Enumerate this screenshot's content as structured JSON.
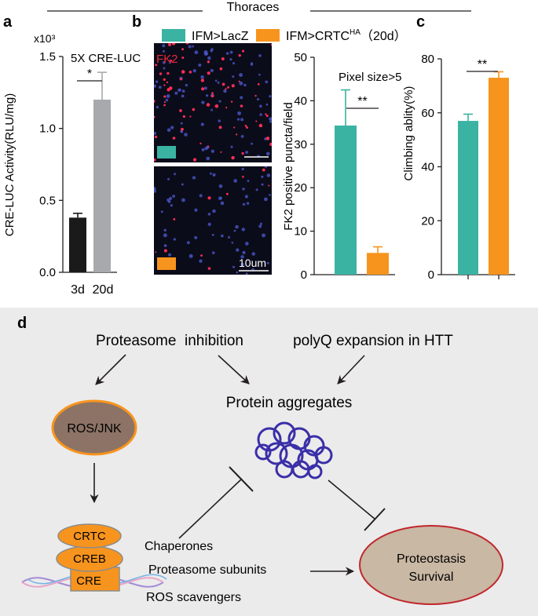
{
  "header": {
    "title": "Thoraces"
  },
  "panel_labels": {
    "a": "a",
    "b": "b",
    "c": "c",
    "d": "d"
  },
  "legend": [
    {
      "label": "IFM>LacZ",
      "color": "#3bb3a3"
    },
    {
      "label": "IFM>CRTC",
      "superscript": "HA",
      "suffix": "（20d）",
      "color": "#f7941d"
    }
  ],
  "micrograph": {
    "stain_label": "FK2",
    "scale_label": "10um"
  },
  "colors": {
    "lacz": "#3bb3a3",
    "crtc": "#f7941d",
    "black_bar": "#1a1a1a",
    "gray_bar": "#a7a9ac",
    "ros_jnk": "#8c7366",
    "proteostasis": "#c9b8a3",
    "aggregate": "#3a2fa8",
    "panel_d_bg": "#ebebeb"
  },
  "chart_data": [
    {
      "id": "a",
      "type": "bar",
      "title": "5X CRE-LUC",
      "multiplier_label": "x10³",
      "ylabel": "CRE-LUC Activity(RLU/mg)",
      "xlabel": "",
      "categories": [
        "3d",
        "20d"
      ],
      "values": [
        0.38,
        1.2
      ],
      "errors": [
        0.03,
        0.19
      ],
      "ylim": [
        0,
        1.5
      ],
      "yticks": [
        "0.0",
        "0.5",
        "1.0",
        "1.5"
      ],
      "significance": "*"
    },
    {
      "id": "b",
      "type": "bar",
      "annotation": "Pixel size>5",
      "ylabel": "FK2 positive puncta/field",
      "categories": [
        "IFM>LacZ",
        "IFM>CRTC"
      ],
      "values": [
        34.3,
        5.0
      ],
      "errors": [
        8.2,
        1.4
      ],
      "ylim": [
        0,
        50
      ],
      "yticks": [
        "0",
        "10",
        "20",
        "30",
        "40",
        "50"
      ],
      "significance": "**"
    },
    {
      "id": "c",
      "type": "bar",
      "ylabel": "Climbing ablity(%)",
      "categories": [
        "IFM>LacZ",
        "IFM>CRTC"
      ],
      "values": [
        57,
        73
      ],
      "errors": [
        2.5,
        2.2
      ],
      "ylim": [
        0,
        80
      ],
      "yticks": [
        "0",
        "20",
        "40",
        "60",
        "80"
      ],
      "significance": "**"
    }
  ],
  "pathway": {
    "proteasome_inhibition": "Proteasome  inhibition",
    "polyq": "polyQ expansion in HTT",
    "protein_aggregates": "Protein aggregates",
    "ros_jnk": "ROS/JNK",
    "crtc": "CRTC",
    "creb": "CREB",
    "cre": "CRE",
    "chaperones": "Chaperones",
    "proteasome_subunits": "Proteasome subunits",
    "ros_scavengers": "ROS scavengers",
    "proteostasis": "Proteostasis",
    "survival": "Survival"
  }
}
